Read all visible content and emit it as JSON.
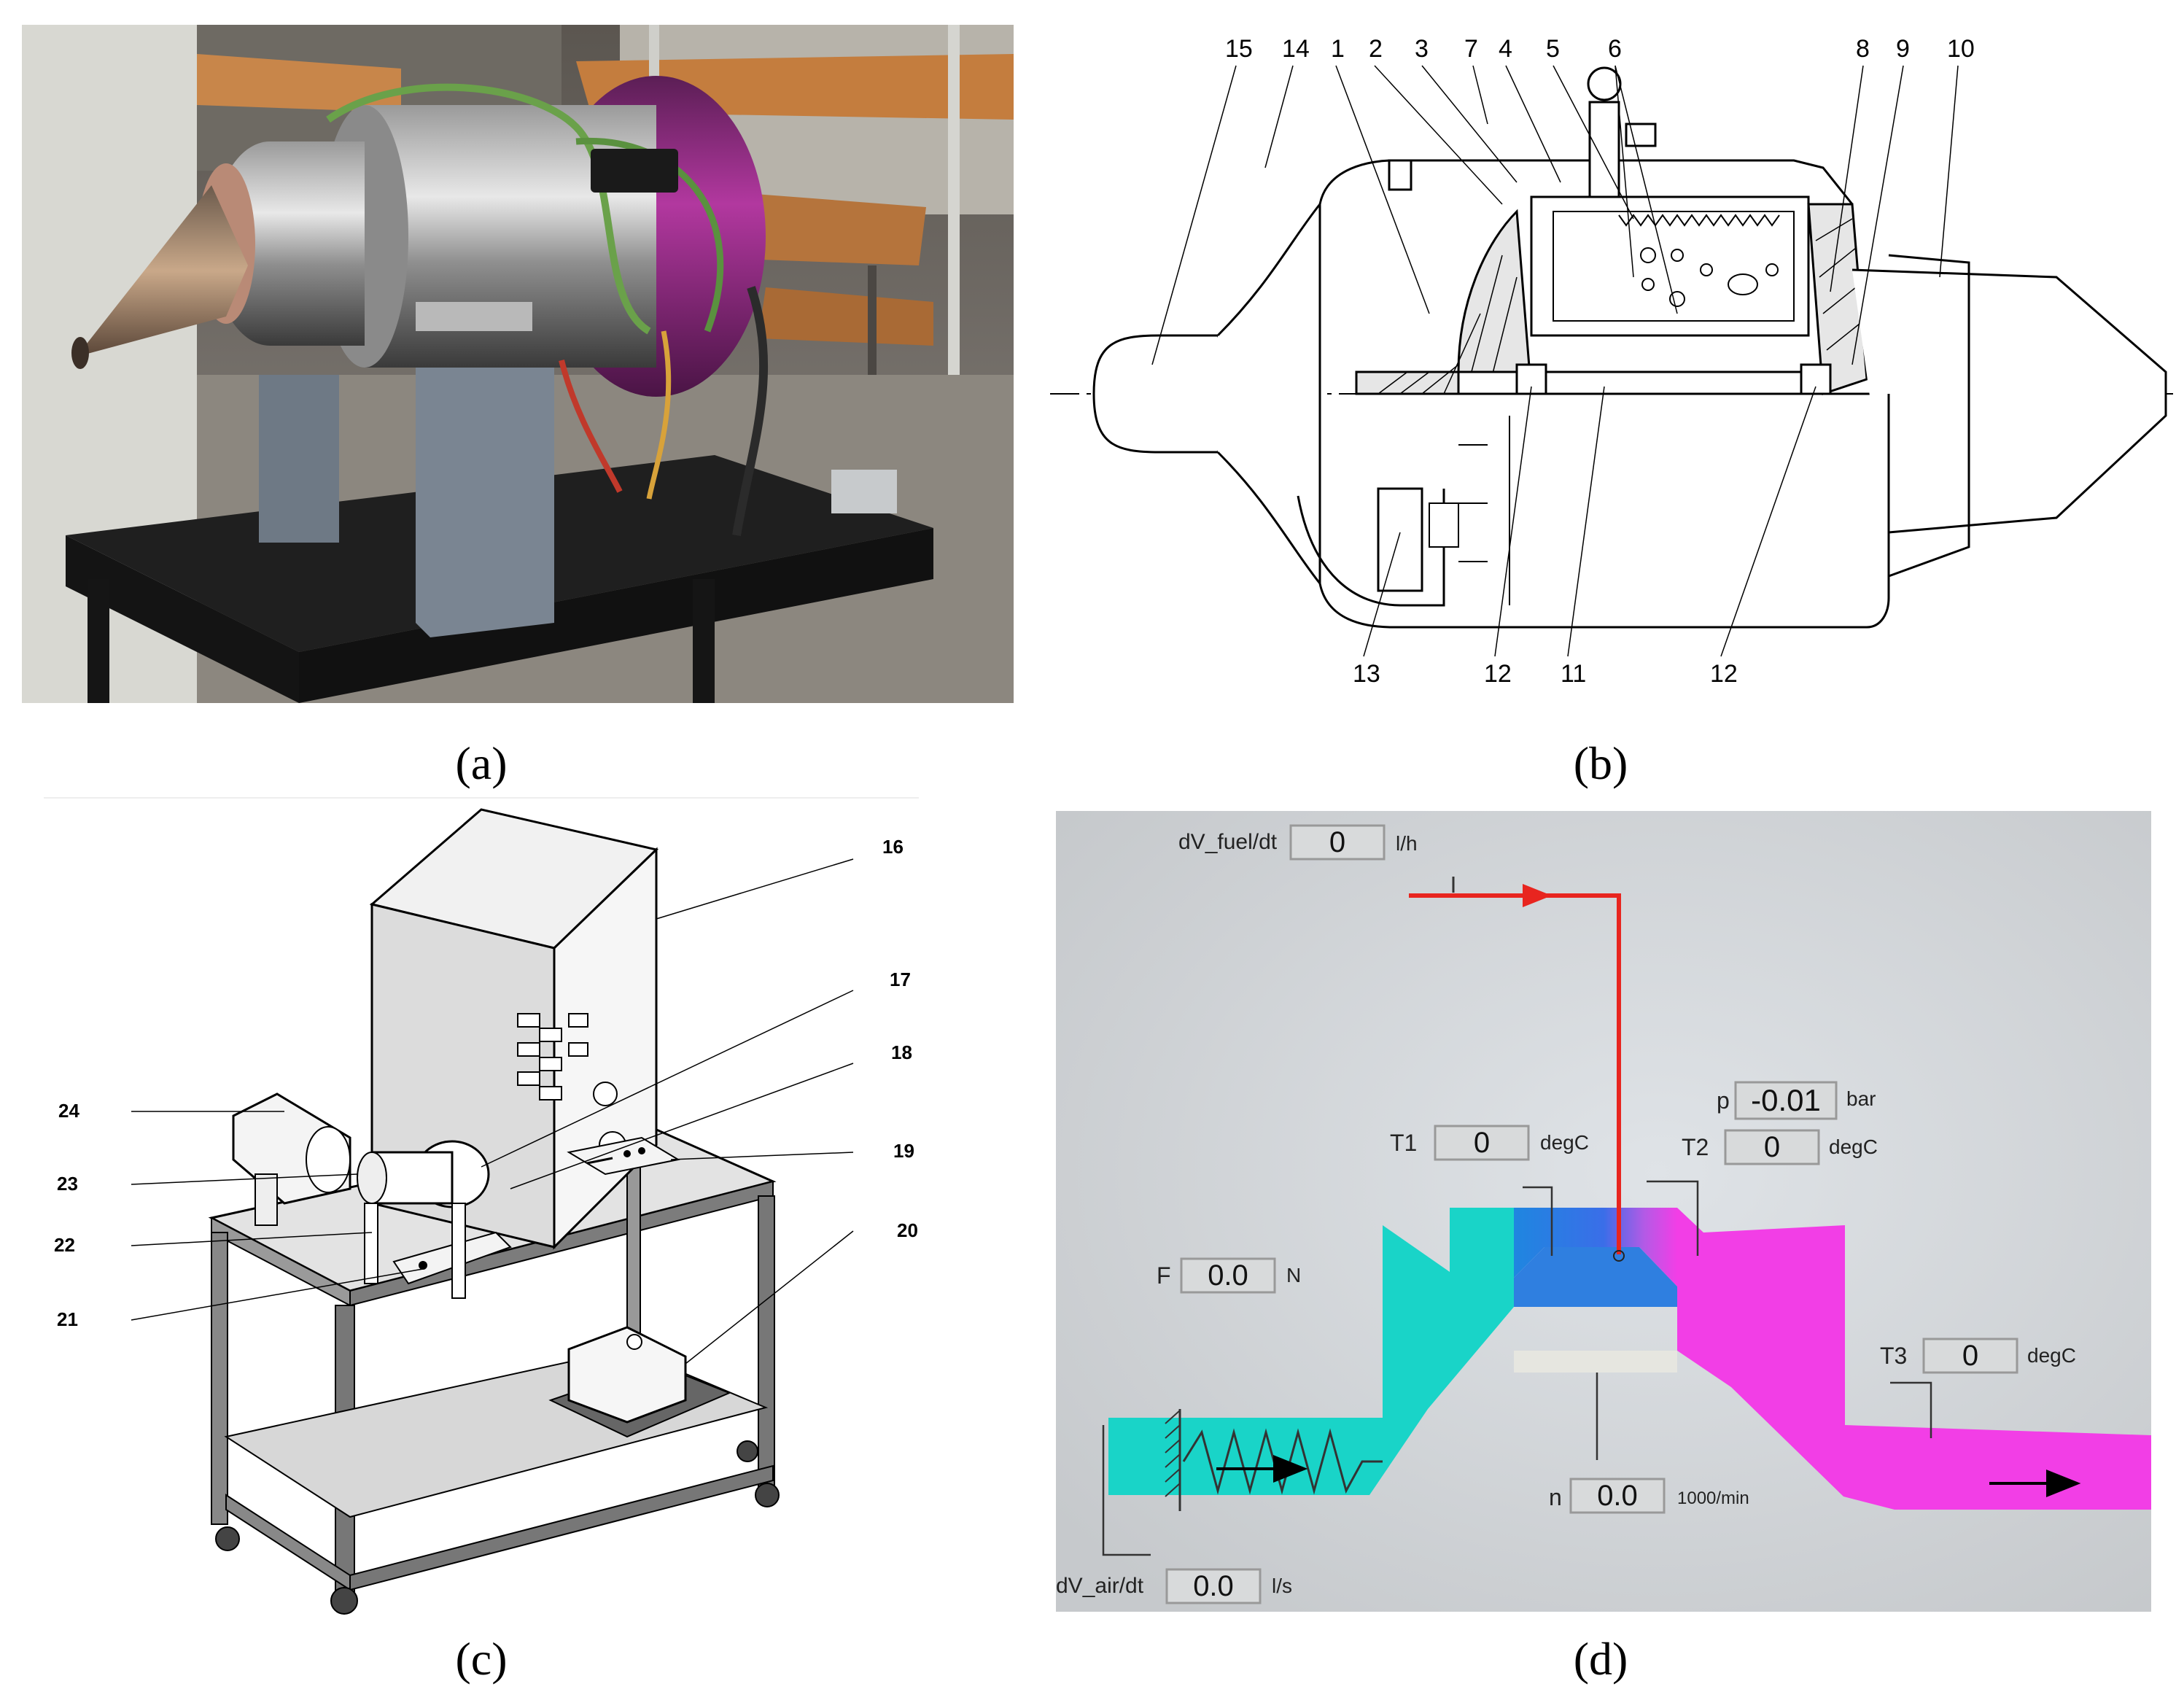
{
  "captions": {
    "a": "(a)",
    "b": "(b)",
    "c": "(c)",
    "d": "(d)"
  },
  "panel_b": {
    "top_labels": [
      "15",
      "14",
      "1",
      "2",
      "3",
      "7",
      "4",
      "5",
      "6",
      "8",
      "9",
      "10"
    ],
    "bottom_labels": [
      "13",
      "12",
      "11",
      "12"
    ]
  },
  "panel_c": {
    "labels": [
      "16",
      "17",
      "18",
      "19",
      "20",
      "24",
      "23",
      "22",
      "21"
    ]
  },
  "panel_d": {
    "fuel": {
      "label": "dV_fuel/dt",
      "value": "0",
      "unit": "l/h"
    },
    "pressure": {
      "label": "p",
      "value": "-0.01",
      "unit": "bar"
    },
    "t1": {
      "label": "T1",
      "value": "0",
      "unit": "degC"
    },
    "t2": {
      "label": "T2",
      "value": "0",
      "unit": "degC"
    },
    "force": {
      "label": "F",
      "value": "0.0",
      "unit": "N"
    },
    "t3": {
      "label": "T3",
      "value": "0",
      "unit": "degC"
    },
    "speed": {
      "label": "n",
      "value": "0.0",
      "unit": "1000/min"
    },
    "air": {
      "label": "dV_air/dt",
      "value": "0.0",
      "unit": "l/s"
    },
    "colors": {
      "cold": "#19d4c8",
      "hot": "#f23ee6",
      "fuel_line": "#e8251f",
      "background": "#cfd1d3"
    }
  }
}
